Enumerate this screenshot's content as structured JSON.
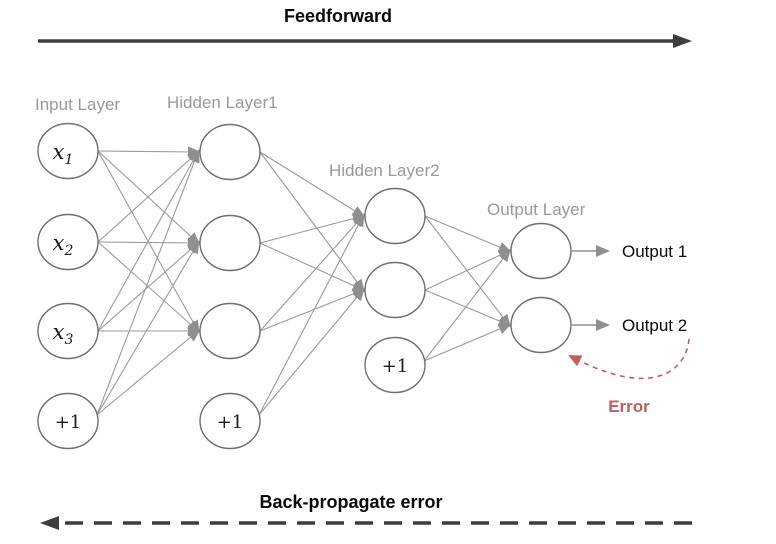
{
  "arrows": {
    "feedforward_label": "Feedforward",
    "backprop_label": "Back-propagate error"
  },
  "layers": {
    "input": {
      "title": "Input Layer"
    },
    "hidden1": {
      "title": "Hidden Layer1"
    },
    "hidden2": {
      "title": "Hidden Layer2"
    },
    "output": {
      "title": "Output Layer"
    }
  },
  "nodes": {
    "x1": {
      "base": "x",
      "sub": "1"
    },
    "x2": {
      "base": "x",
      "sub": "2"
    },
    "x3": {
      "base": "x",
      "sub": "3"
    },
    "bias_input": "+1",
    "bias_hidden1": "+1",
    "bias_hidden2": "+1"
  },
  "outputs": {
    "output1": "Output 1",
    "output2": "Output 2"
  },
  "error_label": "Error",
  "colors": {
    "error": "#c05e5e",
    "edge": "#9a9a9a",
    "edge_arrow": "#8f8f8f",
    "node_stroke": "#6f6f6f",
    "label_gray": "#999999",
    "arrow_dark": "#3d3d3d",
    "text_black": "#0a0a0a"
  }
}
